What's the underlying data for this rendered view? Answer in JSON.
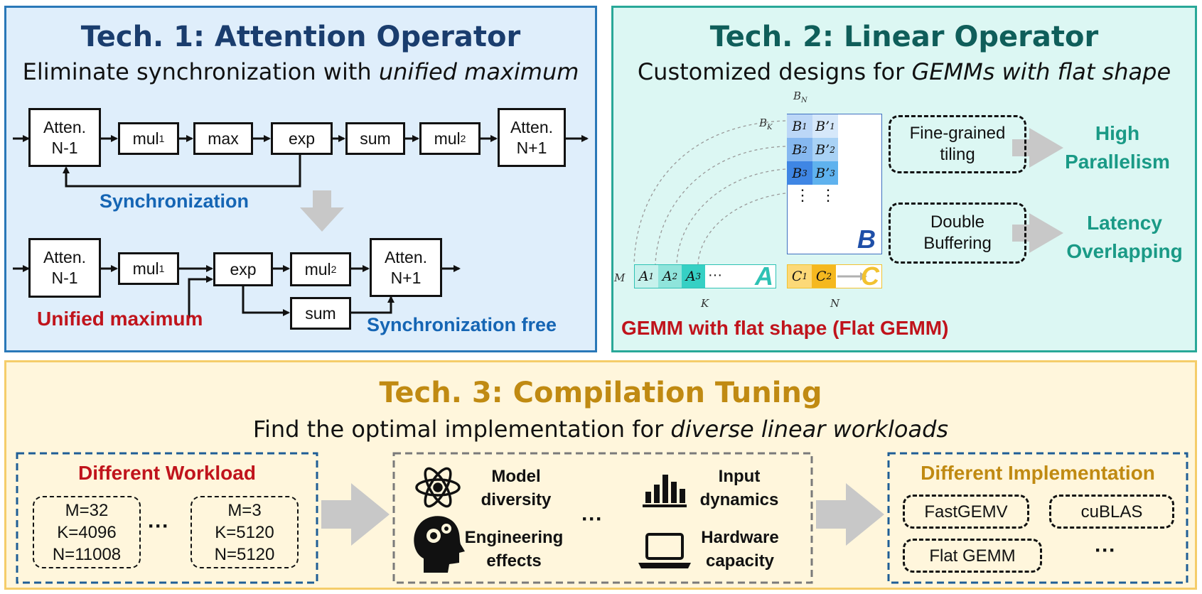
{
  "panel1": {
    "title": "Tech. 1: Attention Operator",
    "subtitle_plain": "Eliminate synchronization with ",
    "subtitle_italic": "unified maximum",
    "top_row": {
      "atten_prev": "Atten.\nN-1",
      "mul1": "mul",
      "mul1_sub": "1",
      "max": "max",
      "exp": "exp",
      "sum": "sum",
      "mul2": "mul",
      "mul2_sub": "2",
      "atten_next": "Atten.\nN+1"
    },
    "sync_label": "Synchronization",
    "bottom_row": {
      "atten_prev": "Atten.\nN-1",
      "mul1": "mul",
      "mul1_sub": "1",
      "exp": "exp",
      "mul2": "mul",
      "mul2_sub": "2",
      "sum": "sum",
      "atten_next": "Atten.\nN+1"
    },
    "unified_label": "Unified maximum",
    "sync_free_label": "Synchronization free",
    "colors": {
      "title": "#1a3d6e",
      "sync": "#1565b4",
      "unified": "#c0141c"
    }
  },
  "panel2": {
    "title": "Tech. 2: Linear Operator",
    "subtitle_plain": "Customized designs for ",
    "subtitle_italic": "GEMMs with flat shape",
    "matrix_b": {
      "label": "B",
      "dim_n": "B",
      "dim_n_sub": "N",
      "dim_k": "B",
      "dim_k_sub": "K",
      "cells": [
        {
          "a": "B",
          "a_sub": "1",
          "b": "B’",
          "b_sub": "1"
        },
        {
          "a": "B",
          "a_sub": "2",
          "b": "B’",
          "b_sub": "2"
        },
        {
          "a": "B",
          "a_sub": "3",
          "b": "B’",
          "b_sub": "3"
        }
      ],
      "ellipsis": "⋮"
    },
    "matrix_a": {
      "label": "A",
      "dim_m": "M",
      "dim_k": "K",
      "cells": [
        {
          "t": "A",
          "sub": "1"
        },
        {
          "t": "A",
          "sub": "2"
        },
        {
          "t": "A",
          "sub": "3"
        }
      ],
      "ellipsis": "···"
    },
    "matrix_c": {
      "label": "C",
      "dim_n": "N",
      "cells": [
        {
          "t": "C",
          "sub": "1"
        },
        {
          "t": "C",
          "sub": "2"
        }
      ]
    },
    "caption": "GEMM with flat shape (Flat GEMM)",
    "technique_1": "Fine-grained\ntiling",
    "result_1": "High\nParallelism",
    "technique_2": "Double\nBuffering",
    "result_2": "Latency\nOverlapping",
    "colors": {
      "title": "#0f5e5a",
      "result": "#1a9a86",
      "caption": "#c0141c",
      "matrix_b": "#1f4fa8",
      "matrix_a": "#2ec2b4",
      "matrix_c": "#f2c230"
    }
  },
  "panel3": {
    "title": "Tech. 3: Compilation Tuning",
    "subtitle_plain": "Find the optimal implementation for ",
    "subtitle_italic": "diverse linear workloads",
    "workload_title": "Different Workload",
    "workloads": [
      "M=32\nK=4096\nN=11008",
      "M=3\nK=5120\nN=5120"
    ],
    "workload_ellipsis": "···",
    "factors": [
      {
        "label": "Model\ndiversity",
        "icon": "atom-icon"
      },
      {
        "label": "Input\ndynamics",
        "icon": "bar-chart-icon"
      },
      {
        "label": "Engineering\neffects",
        "icon": "head-gears-icon"
      },
      {
        "label": "Hardware\ncapacity",
        "icon": "laptop-icon"
      }
    ],
    "factor_ellipsis": "···",
    "impl_title": "Different Implementation",
    "implementations": [
      "FastGEMV",
      "cuBLAS",
      "Flat GEMM"
    ],
    "impl_ellipsis": "···",
    "colors": {
      "title": "#c08a12",
      "workload_title": "#c0141c",
      "impl_title": "#c08a12"
    }
  }
}
